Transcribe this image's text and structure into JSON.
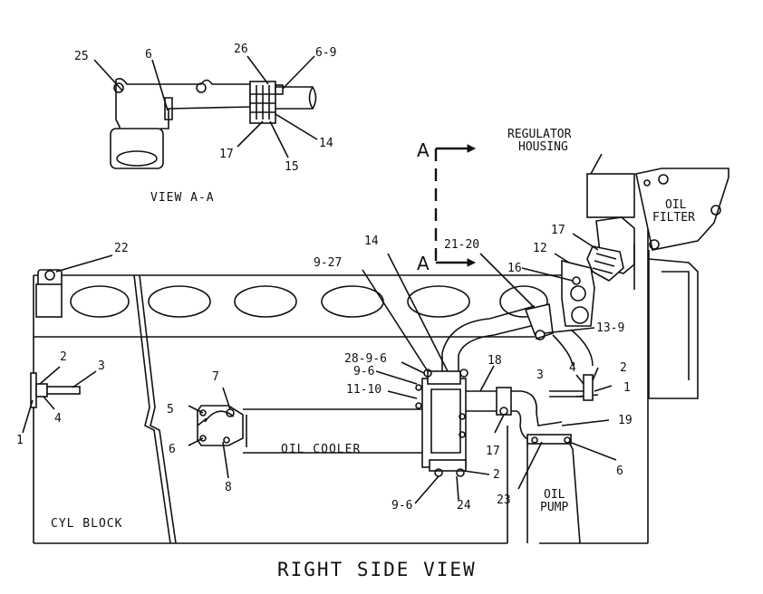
{
  "title": "RIGHT SIDE VIEW",
  "view_caption": "VIEW A-A",
  "section_marks": [
    "A",
    "A"
  ],
  "components": {
    "regulator_housing": [
      "REGULATOR",
      "HOUSING"
    ],
    "oil_filter": [
      "OIL",
      "FILTER"
    ],
    "oil_cooler": "OIL COOLER",
    "oil_pump": [
      "OIL",
      "PUMP"
    ],
    "cyl_block": "CYL BLOCK"
  },
  "callouts": {
    "c25": "25",
    "c6_top": "6",
    "c26": "26",
    "c6_9_top": "6-9",
    "c17_top": "17",
    "c15": "15",
    "c14_top": "14",
    "c22": "22",
    "c9_27": "9-27",
    "c14_mid": "14",
    "c21_20": "21-20",
    "c17_reg": "17",
    "c12": "12",
    "c16": "16",
    "c13_9": "13-9",
    "c2_left": "2",
    "c3_left": "3",
    "c4_left": "4",
    "c1_left": "1",
    "c7": "7",
    "c5": "5",
    "c6_cooler": "6",
    "c8": "8",
    "c28_9_6": "28-9-6",
    "c9_6_a": "9-6",
    "c11_10": "11-10",
    "c18": "18",
    "c17_low": "17",
    "c2_low": "2",
    "c9_6_b": "9-6",
    "c24": "24",
    "c23": "23",
    "c19": "19",
    "c6_pump": "6",
    "c3_right": "3",
    "c4_right": "4",
    "c2_right": "2",
    "c1_right": "1"
  }
}
